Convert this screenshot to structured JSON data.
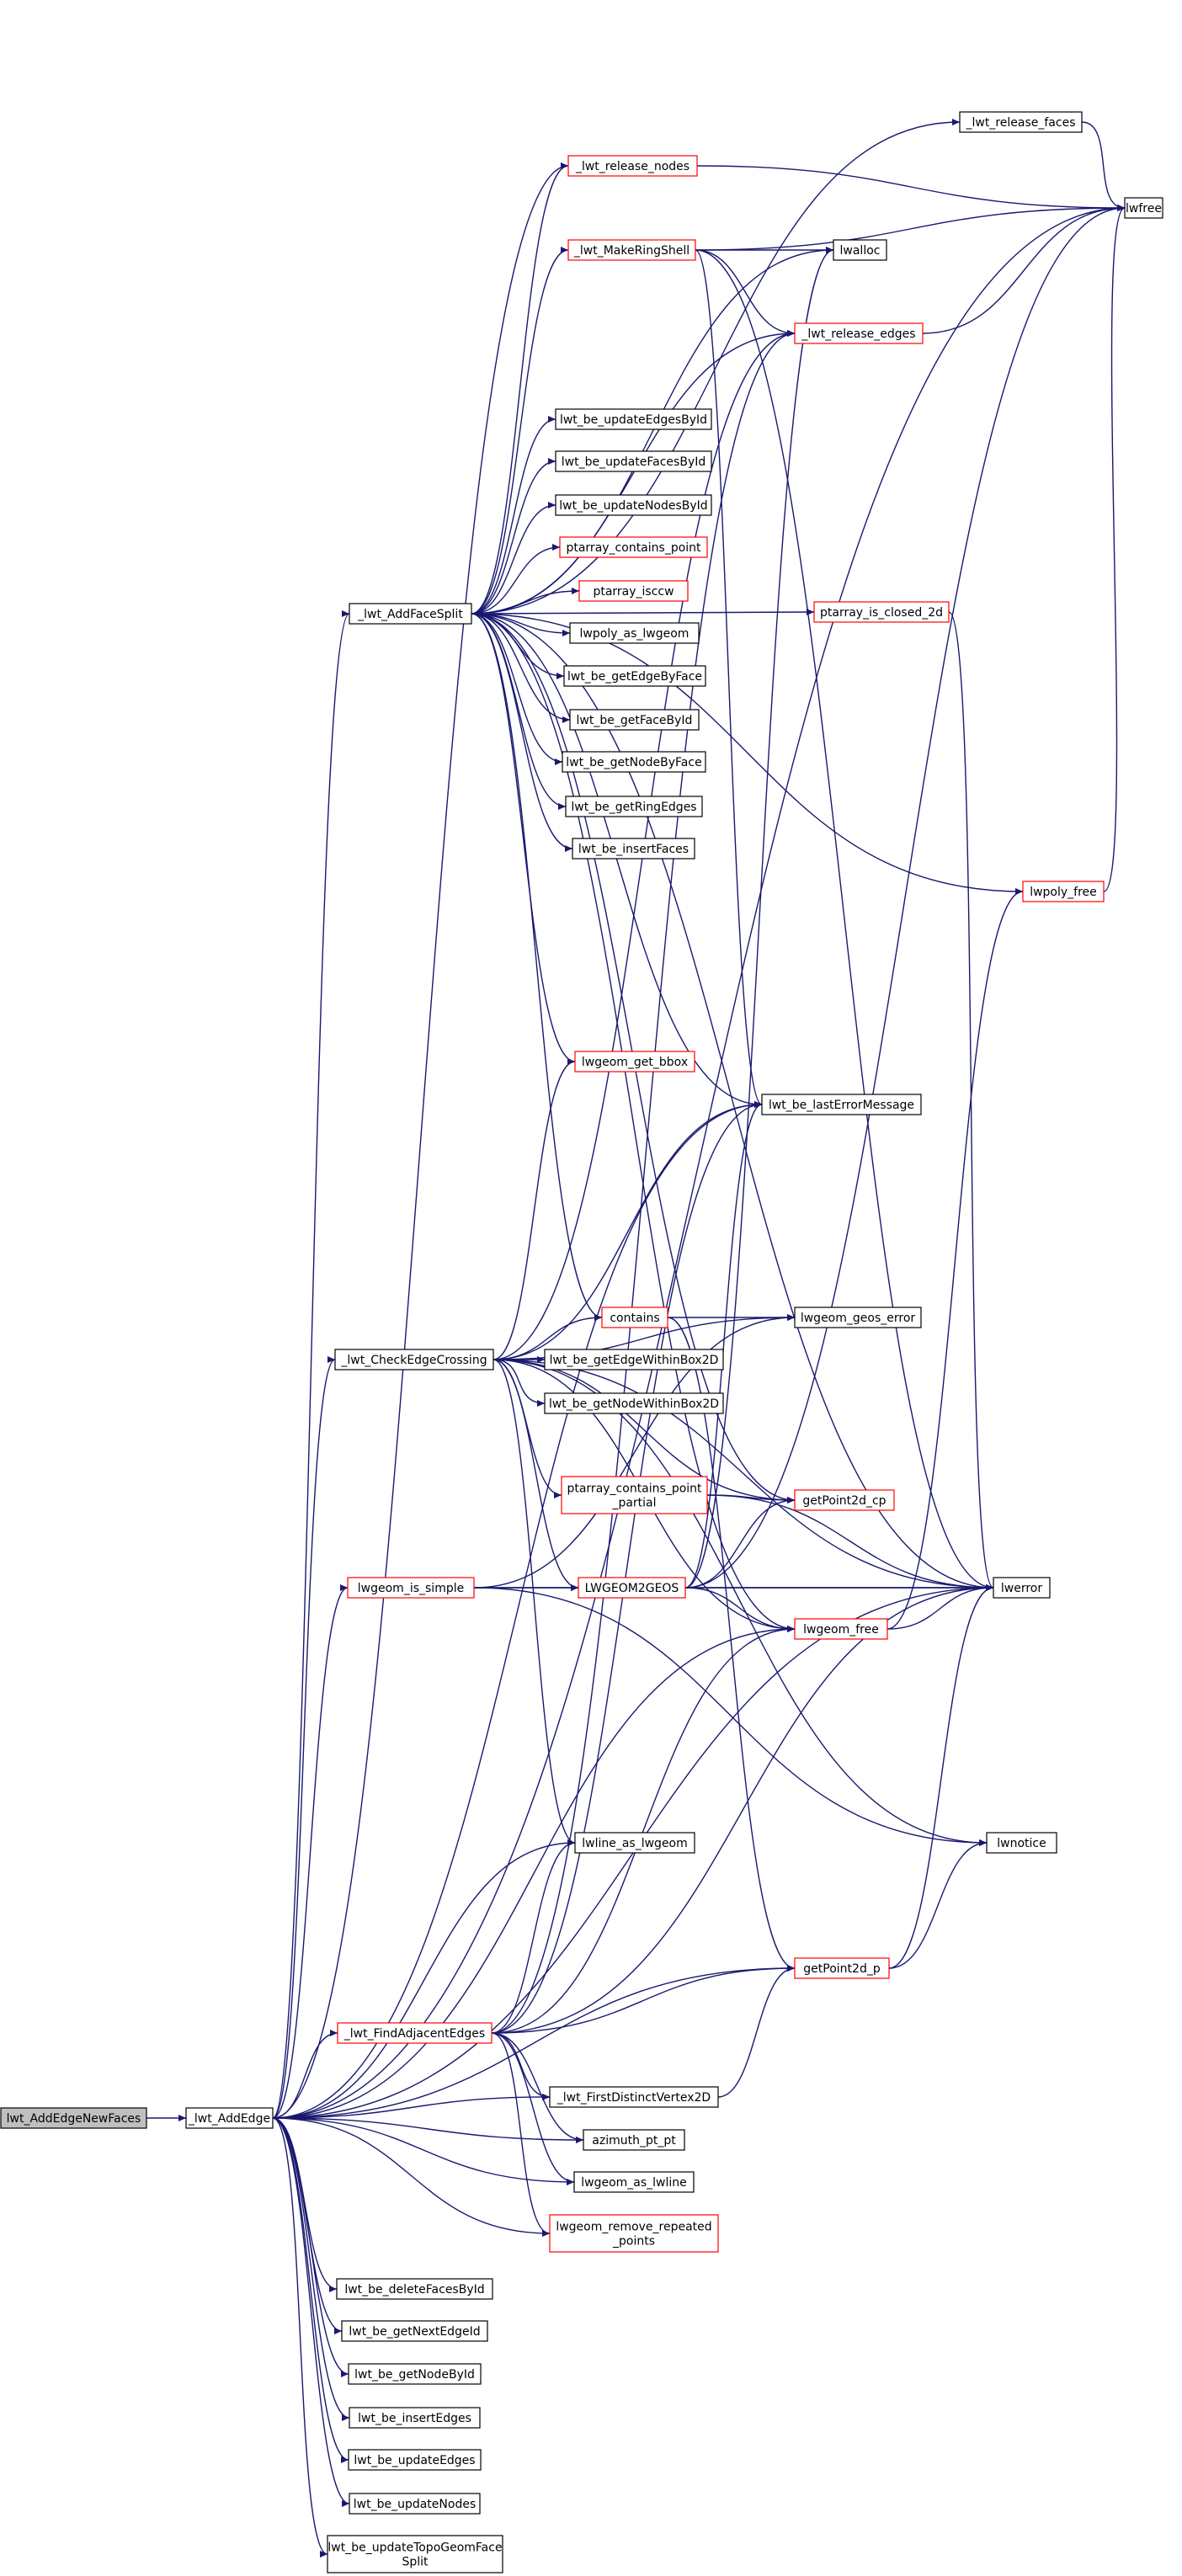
{
  "graph": {
    "colors": {
      "edge": "#191970",
      "plain_border": "#000000",
      "red_border": "#ff0000",
      "root_fill": "#bfbfbf",
      "node_fill": "#ffffff"
    },
    "nodes": [
      {
        "id": "lwt_AddEdgeNewFaces",
        "label": "lwt_AddEdgeNewFaces",
        "style": "root"
      },
      {
        "id": "_lwt_AddEdge",
        "label": "_lwt_AddEdge",
        "style": "plain"
      },
      {
        "id": "_lwt_AddFaceSplit",
        "label": "_lwt_AddFaceSplit",
        "style": "plain"
      },
      {
        "id": "_lwt_CheckEdgeCrossing",
        "label": "_lwt_CheckEdgeCrossing",
        "style": "plain"
      },
      {
        "id": "lwgeom_is_simple",
        "label": "lwgeom_is_simple",
        "style": "red"
      },
      {
        "id": "_lwt_FindAdjacentEdges",
        "label": "_lwt_FindAdjacentEdges",
        "style": "red"
      },
      {
        "id": "_lwt_release_nodes",
        "label": "_lwt_release_nodes",
        "style": "red"
      },
      {
        "id": "_lwt_MakeRingShell",
        "label": "_lwt_MakeRingShell",
        "style": "red"
      },
      {
        "id": "_lwt_release_faces",
        "label": "_lwt_release_faces",
        "style": "plain"
      },
      {
        "id": "lwfree",
        "label": "lwfree",
        "style": "plain"
      },
      {
        "id": "lwalloc",
        "label": "lwalloc",
        "style": "plain"
      },
      {
        "id": "_lwt_release_edges",
        "label": "_lwt_release_edges",
        "style": "red"
      },
      {
        "id": "lwt_be_updateEdgesById",
        "label": "lwt_be_updateEdgesById",
        "style": "plain"
      },
      {
        "id": "lwt_be_updateFacesById",
        "label": "lwt_be_updateFacesById",
        "style": "plain"
      },
      {
        "id": "lwt_be_updateNodesById",
        "label": "lwt_be_updateNodesById",
        "style": "plain"
      },
      {
        "id": "ptarray_contains_point",
        "label": "ptarray_contains_point",
        "style": "red"
      },
      {
        "id": "ptarray_isccw",
        "label": "ptarray_isccw",
        "style": "red"
      },
      {
        "id": "ptarray_is_closed_2d",
        "label": "ptarray_is_closed_2d",
        "style": "red"
      },
      {
        "id": "lwpoly_as_lwgeom",
        "label": "lwpoly_as_lwgeom",
        "style": "plain"
      },
      {
        "id": "lwt_be_getEdgeByFace",
        "label": "lwt_be_getEdgeByFace",
        "style": "plain"
      },
      {
        "id": "lwt_be_getFaceById",
        "label": "lwt_be_getFaceById",
        "style": "plain"
      },
      {
        "id": "lwt_be_getNodeByFace",
        "label": "lwt_be_getNodeByFace",
        "style": "plain"
      },
      {
        "id": "lwt_be_getRingEdges",
        "label": "lwt_be_getRingEdges",
        "style": "plain"
      },
      {
        "id": "lwt_be_insertFaces",
        "label": "lwt_be_insertFaces",
        "style": "plain"
      },
      {
        "id": "lwpoly_free",
        "label": "lwpoly_free",
        "style": "red"
      },
      {
        "id": "lwgeom_get_bbox",
        "label": "lwgeom_get_bbox",
        "style": "red"
      },
      {
        "id": "lwt_be_lastErrorMessage",
        "label": "lwt_be_lastErrorMessage",
        "style": "plain"
      },
      {
        "id": "contains",
        "label": "contains",
        "style": "red"
      },
      {
        "id": "lwgeom_geos_error",
        "label": "lwgeom_geos_error",
        "style": "plain"
      },
      {
        "id": "lwt_be_getEdgeWithinBox2D",
        "label": "lwt_be_getEdgeWithinBox2D",
        "style": "plain"
      },
      {
        "id": "lwt_be_getNodeWithinBox2D",
        "label": "lwt_be_getNodeWithinBox2D",
        "style": "plain"
      },
      {
        "id": "ptarray_contains_point_partial",
        "label": "ptarray_contains_point\n_partial",
        "style": "red"
      },
      {
        "id": "getPoint2d_cp",
        "label": "getPoint2d_cp",
        "style": "red"
      },
      {
        "id": "LWGEOM2GEOS",
        "label": "LWGEOM2GEOS",
        "style": "red"
      },
      {
        "id": "lwerror",
        "label": "lwerror",
        "style": "plain"
      },
      {
        "id": "lwgeom_free",
        "label": "lwgeom_free",
        "style": "red"
      },
      {
        "id": "lwnotice",
        "label": "lwnotice",
        "style": "plain"
      },
      {
        "id": "lwline_as_lwgeom",
        "label": "lwline_as_lwgeom",
        "style": "plain"
      },
      {
        "id": "getPoint2d_p",
        "label": "getPoint2d_p",
        "style": "red"
      },
      {
        "id": "_lwt_FirstDistinctVertex2D",
        "label": "_lwt_FirstDistinctVertex2D",
        "style": "plain"
      },
      {
        "id": "azimuth_pt_pt",
        "label": "azimuth_pt_pt",
        "style": "plain"
      },
      {
        "id": "lwgeom_as_lwline",
        "label": "lwgeom_as_lwline",
        "style": "plain"
      },
      {
        "id": "lwgeom_remove_repeated_points",
        "label": "lwgeom_remove_repeated\n_points",
        "style": "red"
      },
      {
        "id": "lwt_be_deleteFacesById",
        "label": "lwt_be_deleteFacesById",
        "style": "plain"
      },
      {
        "id": "lwt_be_getNextEdgeId",
        "label": "lwt_be_getNextEdgeId",
        "style": "plain"
      },
      {
        "id": "lwt_be_getNodeById",
        "label": "lwt_be_getNodeById",
        "style": "plain"
      },
      {
        "id": "lwt_be_insertEdges",
        "label": "lwt_be_insertEdges",
        "style": "plain"
      },
      {
        "id": "lwt_be_updateEdges",
        "label": "lwt_be_updateEdges",
        "style": "plain"
      },
      {
        "id": "lwt_be_updateNodes",
        "label": "lwt_be_updateNodes",
        "style": "plain"
      },
      {
        "id": "lwt_be_updateTopoGeomFaceSplit",
        "label": "lwt_be_updateTopoGeomFace\nSplit",
        "style": "plain"
      }
    ],
    "edges": [
      [
        "lwt_AddEdgeNewFaces",
        "_lwt_AddEdge"
      ],
      [
        "_lwt_AddEdge",
        "_lwt_AddFaceSplit"
      ],
      [
        "_lwt_AddEdge",
        "_lwt_CheckEdgeCrossing"
      ],
      [
        "_lwt_AddEdge",
        "lwgeom_is_simple"
      ],
      [
        "_lwt_AddEdge",
        "_lwt_FindAdjacentEdges"
      ],
      [
        "_lwt_AddEdge",
        "_lwt_release_nodes"
      ],
      [
        "_lwt_AddEdge",
        "lwfree"
      ],
      [
        "_lwt_AddEdge",
        "lwt_be_lastErrorMessage"
      ],
      [
        "_lwt_AddEdge",
        "lwgeom_free"
      ],
      [
        "_lwt_AddEdge",
        "lwerror"
      ],
      [
        "_lwt_AddEdge",
        "lwline_as_lwgeom"
      ],
      [
        "_lwt_AddEdge",
        "getPoint2d_p"
      ],
      [
        "_lwt_AddEdge",
        "_lwt_FirstDistinctVertex2D"
      ],
      [
        "_lwt_AddEdge",
        "azimuth_pt_pt"
      ],
      [
        "_lwt_AddEdge",
        "lwgeom_as_lwline"
      ],
      [
        "_lwt_AddEdge",
        "lwgeom_remove_repeated_points"
      ],
      [
        "_lwt_AddEdge",
        "lwt_be_deleteFacesById"
      ],
      [
        "_lwt_AddEdge",
        "lwt_be_getNextEdgeId"
      ],
      [
        "_lwt_AddEdge",
        "lwt_be_getNodeById"
      ],
      [
        "_lwt_AddEdge",
        "lwt_be_insertEdges"
      ],
      [
        "_lwt_AddEdge",
        "lwt_be_updateEdges"
      ],
      [
        "_lwt_AddEdge",
        "lwt_be_updateNodes"
      ],
      [
        "_lwt_AddEdge",
        "lwt_be_updateTopoGeomFaceSplit"
      ],
      [
        "_lwt_AddFaceSplit",
        "_lwt_release_faces"
      ],
      [
        "_lwt_AddFaceSplit",
        "_lwt_release_nodes"
      ],
      [
        "_lwt_AddFaceSplit",
        "_lwt_MakeRingShell"
      ],
      [
        "_lwt_AddFaceSplit",
        "lwalloc"
      ],
      [
        "_lwt_AddFaceSplit",
        "_lwt_release_edges"
      ],
      [
        "_lwt_AddFaceSplit",
        "lwt_be_updateEdgesById"
      ],
      [
        "_lwt_AddFaceSplit",
        "lwt_be_updateFacesById"
      ],
      [
        "_lwt_AddFaceSplit",
        "lwt_be_updateNodesById"
      ],
      [
        "_lwt_AddFaceSplit",
        "ptarray_contains_point"
      ],
      [
        "_lwt_AddFaceSplit",
        "ptarray_isccw"
      ],
      [
        "_lwt_AddFaceSplit",
        "ptarray_is_closed_2d"
      ],
      [
        "_lwt_AddFaceSplit",
        "lwpoly_as_lwgeom"
      ],
      [
        "_lwt_AddFaceSplit",
        "lwt_be_getEdgeByFace"
      ],
      [
        "_lwt_AddFaceSplit",
        "lwt_be_getFaceById"
      ],
      [
        "_lwt_AddFaceSplit",
        "lwt_be_getNodeByFace"
      ],
      [
        "_lwt_AddFaceSplit",
        "lwt_be_getRingEdges"
      ],
      [
        "_lwt_AddFaceSplit",
        "lwt_be_insertFaces"
      ],
      [
        "_lwt_AddFaceSplit",
        "lwpoly_free"
      ],
      [
        "_lwt_AddFaceSplit",
        "lwgeom_get_bbox"
      ],
      [
        "_lwt_AddFaceSplit",
        "lwt_be_lastErrorMessage"
      ],
      [
        "_lwt_AddFaceSplit",
        "contains"
      ],
      [
        "_lwt_AddFaceSplit",
        "lwerror"
      ],
      [
        "_lwt_AddFaceSplit",
        "lwgeom_free"
      ],
      [
        "_lwt_AddFaceSplit",
        "getPoint2d_cp"
      ],
      [
        "_lwt_MakeRingShell",
        "lwalloc"
      ],
      [
        "_lwt_MakeRingShell",
        "lwfree"
      ],
      [
        "_lwt_MakeRingShell",
        "_lwt_release_edges"
      ],
      [
        "_lwt_MakeRingShell",
        "lwerror"
      ],
      [
        "_lwt_MakeRingShell",
        "lwt_be_lastErrorMessage"
      ],
      [
        "_lwt_release_faces",
        "lwfree"
      ],
      [
        "_lwt_release_nodes",
        "lwfree"
      ],
      [
        "_lwt_release_edges",
        "lwfree"
      ],
      [
        "ptarray_is_closed_2d",
        "lwerror"
      ],
      [
        "lwpoly_free",
        "lwfree"
      ],
      [
        "_lwt_CheckEdgeCrossing",
        "lwgeom_get_bbox"
      ],
      [
        "_lwt_CheckEdgeCrossing",
        "lwt_be_lastErrorMessage"
      ],
      [
        "_lwt_CheckEdgeCrossing",
        "contains"
      ],
      [
        "_lwt_CheckEdgeCrossing",
        "lwgeom_geos_error"
      ],
      [
        "_lwt_CheckEdgeCrossing",
        "lwt_be_getEdgeWithinBox2D"
      ],
      [
        "_lwt_CheckEdgeCrossing",
        "lwt_be_getNodeWithinBox2D"
      ],
      [
        "_lwt_CheckEdgeCrossing",
        "ptarray_contains_point_partial"
      ],
      [
        "_lwt_CheckEdgeCrossing",
        "getPoint2d_cp"
      ],
      [
        "_lwt_CheckEdgeCrossing",
        "LWGEOM2GEOS"
      ],
      [
        "_lwt_CheckEdgeCrossing",
        "lwerror"
      ],
      [
        "_lwt_CheckEdgeCrossing",
        "lwgeom_free"
      ],
      [
        "_lwt_CheckEdgeCrossing",
        "lwnotice"
      ],
      [
        "_lwt_CheckEdgeCrossing",
        "lwline_as_lwgeom"
      ],
      [
        "_lwt_CheckEdgeCrossing",
        "_lwt_release_edges"
      ],
      [
        "contains",
        "lwgeom_geos_error"
      ],
      [
        "contains",
        "getPoint2d_p"
      ],
      [
        "ptarray_contains_point_partial",
        "getPoint2d_cp"
      ],
      [
        "ptarray_contains_point_partial",
        "lwerror"
      ],
      [
        "LWGEOM2GEOS",
        "lwerror"
      ],
      [
        "LWGEOM2GEOS",
        "lwgeom_free"
      ],
      [
        "LWGEOM2GEOS",
        "getPoint2d_cp"
      ],
      [
        "LWGEOM2GEOS",
        "lwalloc"
      ],
      [
        "LWGEOM2GEOS",
        "lwt_be_lastErrorMessage"
      ],
      [
        "LWGEOM2GEOS",
        "lwfree"
      ],
      [
        "lwgeom_is_simple",
        "LWGEOM2GEOS"
      ],
      [
        "lwgeom_is_simple",
        "lwgeom_geos_error"
      ],
      [
        "lwgeom_is_simple",
        "lwerror"
      ],
      [
        "lwgeom_is_simple",
        "lwnotice"
      ],
      [
        "lwgeom_free",
        "lwerror"
      ],
      [
        "lwgeom_free",
        "lwpoly_free"
      ],
      [
        "getPoint2d_p",
        "lwerror"
      ],
      [
        "getPoint2d_p",
        "lwnotice"
      ],
      [
        "_lwt_FindAdjacentEdges",
        "lwline_as_lwgeom"
      ],
      [
        "_lwt_FindAdjacentEdges",
        "_lwt_release_edges"
      ],
      [
        "_lwt_FindAdjacentEdges",
        "lwt_be_lastErrorMessage"
      ],
      [
        "_lwt_FindAdjacentEdges",
        "lwgeom_free"
      ],
      [
        "_lwt_FindAdjacentEdges",
        "lwerror"
      ],
      [
        "_lwt_FindAdjacentEdges",
        "getPoint2d_p"
      ],
      [
        "_lwt_FindAdjacentEdges",
        "_lwt_FirstDistinctVertex2D"
      ],
      [
        "_lwt_FindAdjacentEdges",
        "azimuth_pt_pt"
      ],
      [
        "_lwt_FindAdjacentEdges",
        "lwgeom_as_lwline"
      ],
      [
        "_lwt_FindAdjacentEdges",
        "lwgeom_remove_repeated_points"
      ],
      [
        "_lwt_FirstDistinctVertex2D",
        "getPoint2d_p"
      ]
    ]
  }
}
